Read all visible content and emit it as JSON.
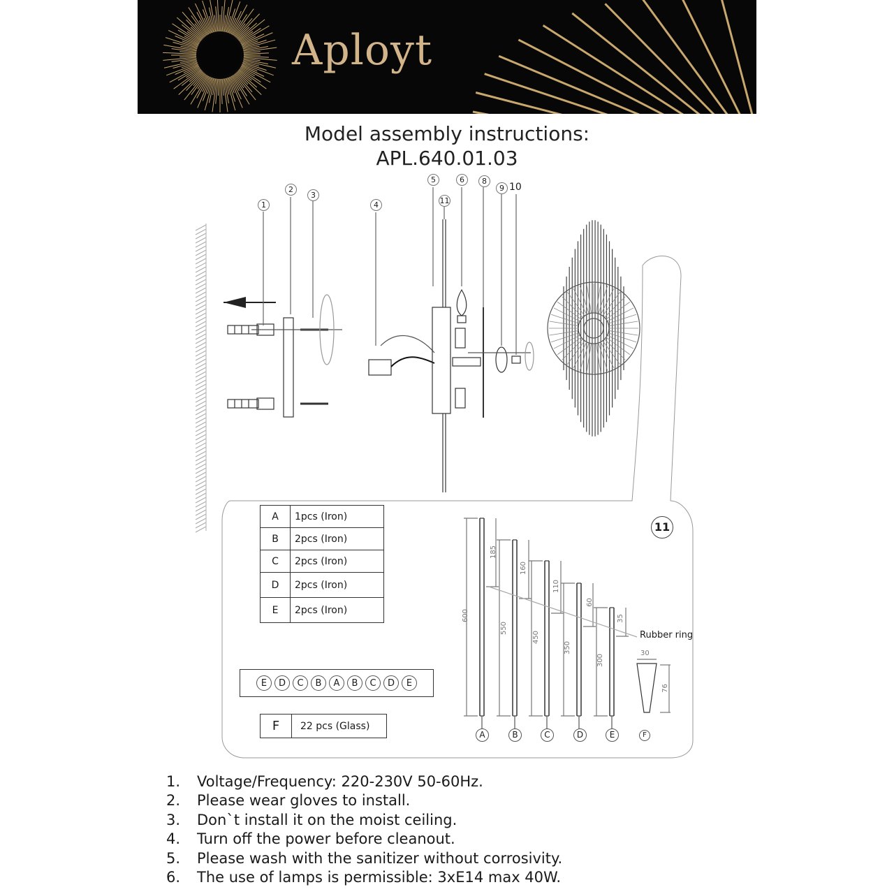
{
  "header": {
    "brand": "Aployt"
  },
  "title": {
    "line1": "Model assembly instructions:",
    "line2": "APL.640.01.03"
  },
  "callouts": [
    "1",
    "2",
    "3",
    "4",
    "5",
    "6",
    "8",
    "9",
    "10",
    "11"
  ],
  "parts_table": [
    {
      "letter": "A",
      "desc": "1pcs  (Iron)"
    },
    {
      "letter": "B",
      "desc": "2pcs  (Iron)"
    },
    {
      "letter": "C",
      "desc": "2pcs  (Iron)"
    },
    {
      "letter": "D",
      "desc": "2pcs  (Iron)"
    },
    {
      "letter": "E",
      "desc": "2pcs  (Iron)"
    }
  ],
  "sequence": [
    "E",
    "D",
    "C",
    "B",
    "A",
    "B",
    "C",
    "D",
    "E"
  ],
  "glass": {
    "letter": "F",
    "desc": "22 pcs  (Glass)"
  },
  "detail": {
    "number": "11",
    "rubber_label": "Rubber ring",
    "rods": [
      {
        "label": "A",
        "length": "600",
        "top": "185"
      },
      {
        "label": "B",
        "length": "550",
        "top": "160"
      },
      {
        "label": "C",
        "length": "450",
        "top": "110"
      },
      {
        "label": "D",
        "length": "350",
        "top": "60"
      },
      {
        "label": "E",
        "length": "300",
        "top": "35"
      },
      {
        "label": "F",
        "width": "30",
        "height": "76"
      }
    ]
  },
  "notes": [
    {
      "num": "1.",
      "text": "Voltage/Frequency: 220-230V 50-60Hz."
    },
    {
      "num": "2.",
      "text": "Please wear gloves to install."
    },
    {
      "num": "3.",
      "text": "Don`t install it on the moist ceiling."
    },
    {
      "num": "4.",
      "text": "Turn off the power before cleanout."
    },
    {
      "num": "5.",
      "text": "Please wash with the sanitizer without corrosivity."
    },
    {
      "num": "6.",
      "text": "The use of lamps is permissible: 3xE14 max 40W."
    }
  ],
  "colors": {
    "banner_bg": "#070707",
    "gold": "#d2b48a"
  }
}
